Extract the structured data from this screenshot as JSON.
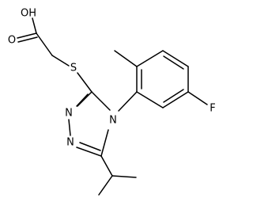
{
  "molecule": {
    "atoms": {
      "hydroxyl": "OH",
      "carbonyl_oxygen": "O",
      "sulfur": "S",
      "n1": "N",
      "n2": "N",
      "n4": "N",
      "fluorine": "F"
    },
    "colors": {
      "bond": "#000000",
      "label": "#000000",
      "background": "#ffffff"
    }
  }
}
